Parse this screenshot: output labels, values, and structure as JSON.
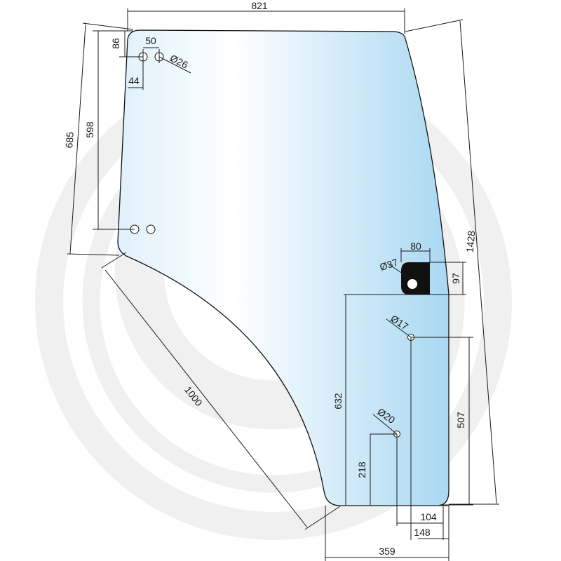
{
  "colors": {
    "glass_edge": "#dff1fb",
    "glass_center": "#ffffff",
    "glass_right": "#a9d8f2",
    "watermark": "#f0f0f0",
    "line": "#1a1a1a"
  },
  "dimensions": {
    "top_width": "821",
    "hole_spacing_top": "50",
    "hole_top_offset": "86",
    "hole_left_offset": "44",
    "hole_top_diameter": "Ø26",
    "left_height_hole": "598",
    "left_height_total": "685",
    "curve_length": "1000",
    "right_height_total": "1428",
    "handle_width": "80",
    "handle_height": "97",
    "handle_diameter": "Ø37",
    "hole_mid_diameter": "Ø17",
    "hole_low_diameter": "Ø20",
    "height_632": "632",
    "height_507": "507",
    "height_218": "218",
    "bottom_104": "104",
    "bottom_148": "148",
    "bottom_359": "359"
  }
}
